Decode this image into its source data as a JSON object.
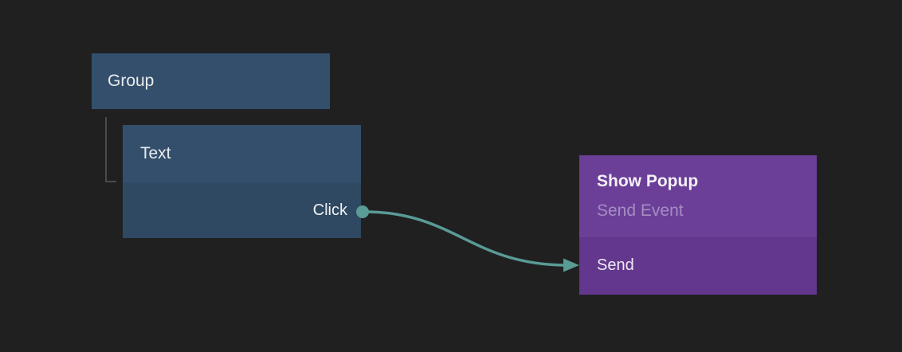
{
  "canvas": {
    "background": "#202021"
  },
  "nodes": {
    "group": {
      "label": "Group"
    },
    "text": {
      "label": "Text",
      "outputs": [
        {
          "label": "Click"
        }
      ]
    },
    "show_popup": {
      "title": "Show Popup",
      "subtitle": "Send Event",
      "inputs": [
        {
          "label": "Send"
        }
      ]
    }
  },
  "connection": {
    "from_node": "Text",
    "from_port": "Click",
    "to_node": "Show Popup",
    "to_port": "Send"
  },
  "colors": {
    "background": "#202021",
    "blue_node_header": "#344f6c",
    "blue_node_body": "#2e4961",
    "purple_node_header": "#6b3f98",
    "purple_node_body": "#62378d",
    "subtitle_text": "#a58dc2",
    "wire_teal": "#5a9b96",
    "tree_connector_gray": "#4b4b4b"
  }
}
